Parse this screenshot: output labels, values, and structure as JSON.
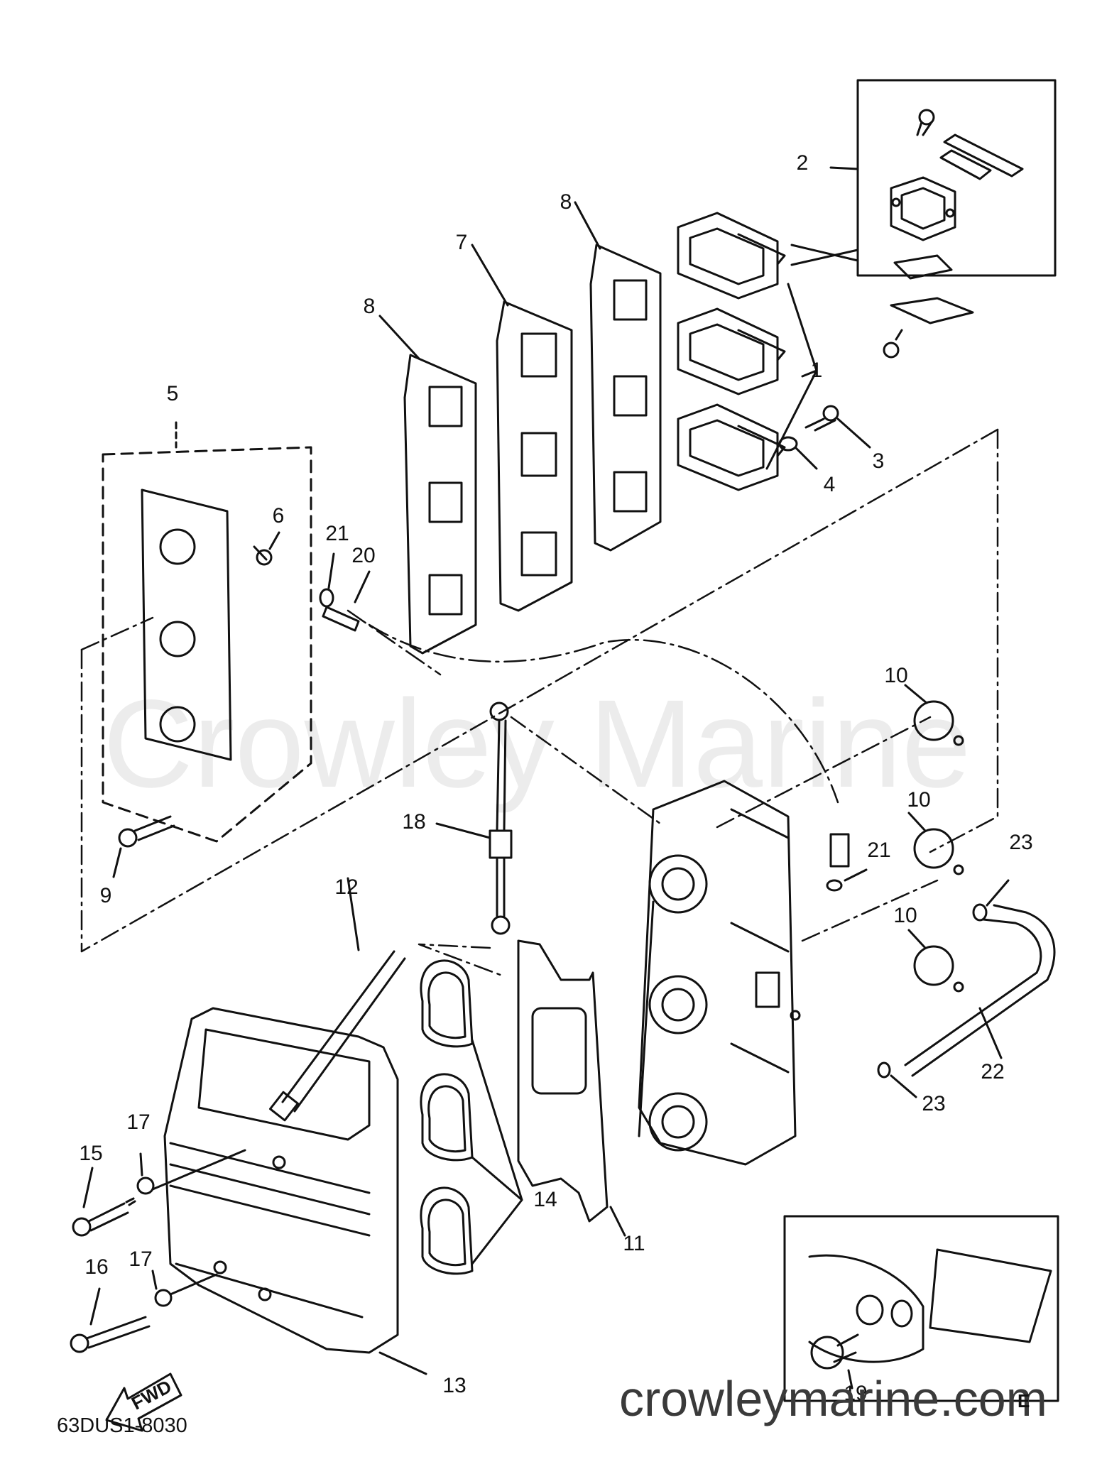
{
  "diagram": {
    "watermark": "Crowley Marine",
    "site": "crowleymarine.com",
    "drawing_code": "63DUS1-8030",
    "corner_mark": "E",
    "fwd_label": "FWD"
  },
  "callouts": {
    "c1": "1",
    "c2": "2",
    "c3": "3",
    "c4": "4",
    "c5": "5",
    "c6": "6",
    "c7": "7",
    "c8a": "8",
    "c8b": "8",
    "c9": "9",
    "c10a": "10",
    "c10b": "10",
    "c10c": "10",
    "c11": "11",
    "c12": "12",
    "c13": "13",
    "c14": "14",
    "c15": "15",
    "c16": "16",
    "c17a": "17",
    "c17b": "17",
    "c18": "18",
    "c19": "19",
    "c20": "20",
    "c21a": "21",
    "c21b": "21",
    "c22": "22",
    "c23a": "23",
    "c23b": "23"
  },
  "colors": {
    "ink": "#111111",
    "watermark": "#ececec",
    "site_text": "#3a3a3a"
  }
}
